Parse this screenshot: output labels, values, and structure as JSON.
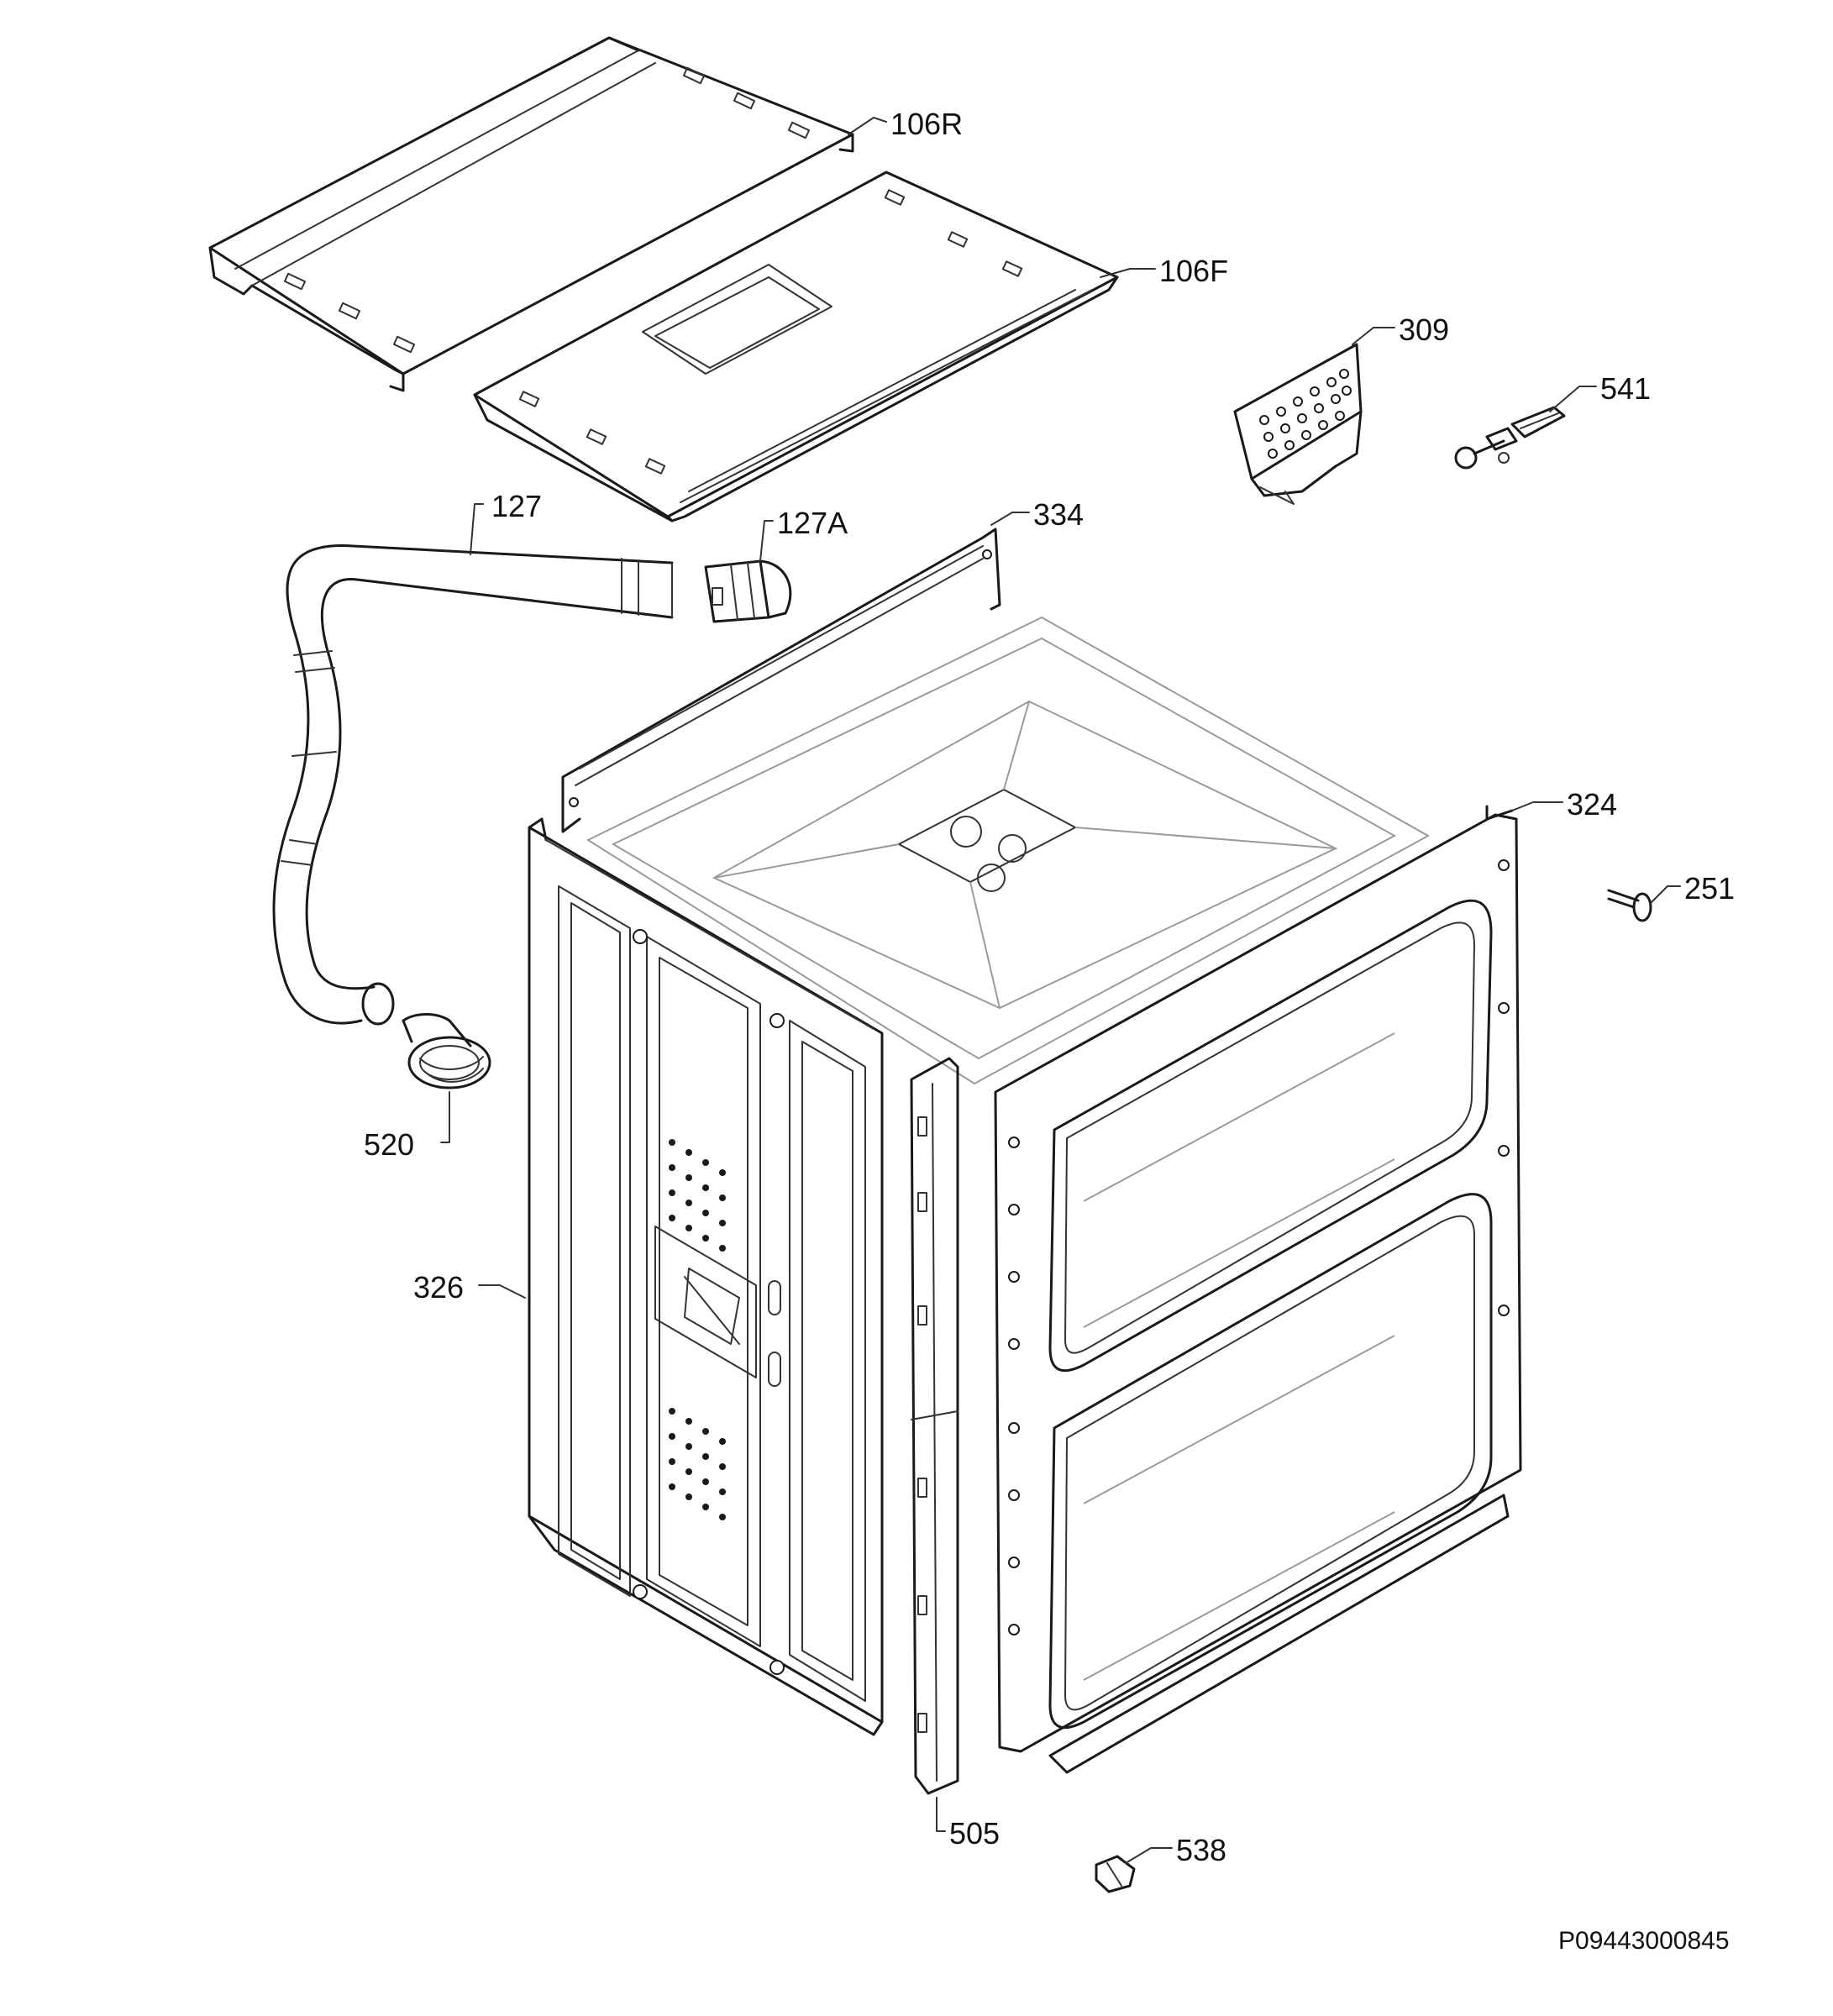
{
  "parts": [
    {
      "id": "106r",
      "label": "106R"
    },
    {
      "id": "106f",
      "label": "106F"
    },
    {
      "id": "309",
      "label": "309"
    },
    {
      "id": "541",
      "label": "541"
    },
    {
      "id": "127",
      "label": "127"
    },
    {
      "id": "127a",
      "label": "127A"
    },
    {
      "id": "334",
      "label": "334"
    },
    {
      "id": "324",
      "label": "324"
    },
    {
      "id": "251",
      "label": "251"
    },
    {
      "id": "520",
      "label": "520"
    },
    {
      "id": "326",
      "label": "326"
    },
    {
      "id": "505",
      "label": "505"
    },
    {
      "id": "538",
      "label": "538"
    }
  ],
  "drawing_code": "P09443000845",
  "colors": {
    "line": "#1a1a1a",
    "background": "#ffffff"
  }
}
